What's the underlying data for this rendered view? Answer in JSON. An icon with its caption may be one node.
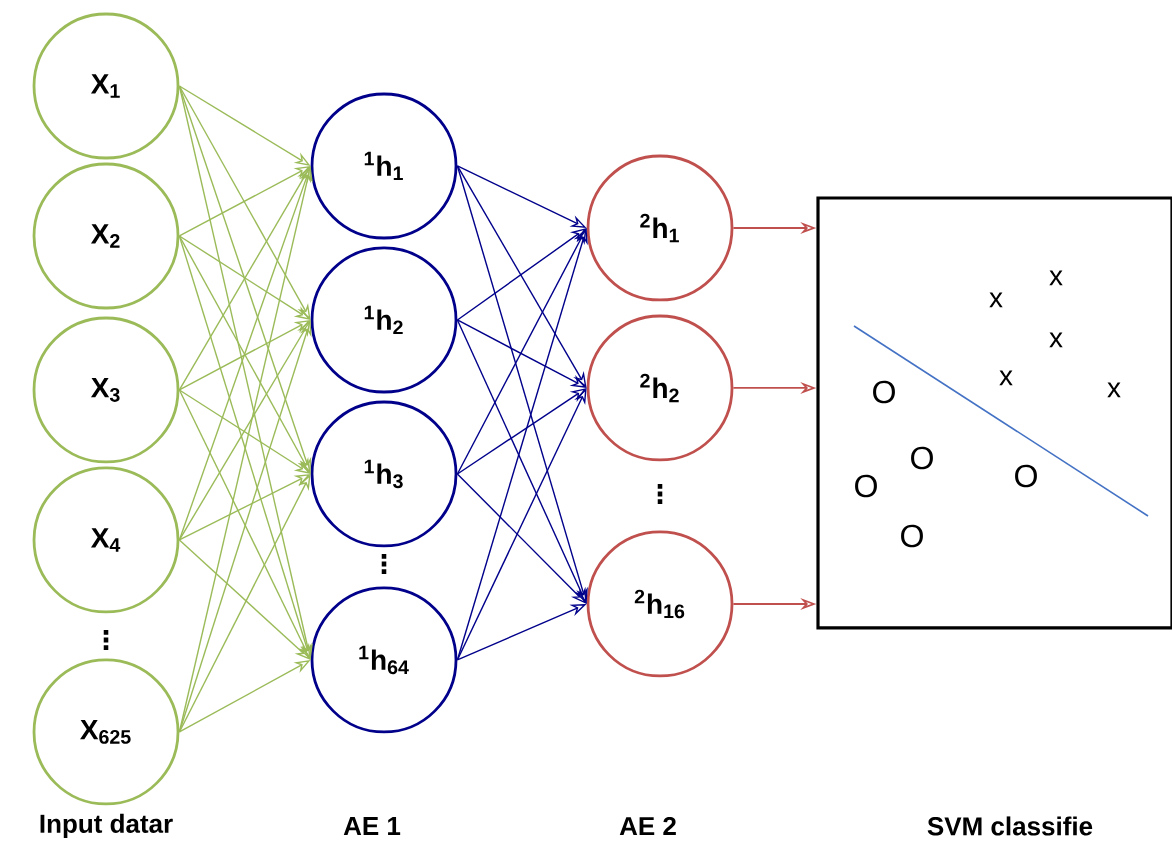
{
  "diagram": {
    "nodes": [
      {
        "text": [
          "X$_{1}$"
        ]
      },
      {
        "text": [
          "X$_{2}$"
        ]
      },
      {
        "text": [
          "X$_{3}$"
        ]
      },
      {
        "text": [
          "X$_{4}$"
        ]
      },
      {
        "text": [
          "X$_{625}$"
        ]
      },
      {
        "text": [
          "$^{1}$h$_{1}$"
        ]
      },
      {
        "text": [
          "$^{1}$h$_{2}$"
        ]
      },
      {
        "text": [
          "$^{1}$h$_{3}$"
        ]
      },
      {
        "text": [
          "$^{1}$h$_{64}$"
        ]
      },
      {
        "text": [
          "$^{2}$h$_{1}$"
        ]
      },
      {
        "text": [
          "$^{2}$h$_{2}$"
        ]
      },
      {
        "text": [
          "$^{2}$h$_{16}$"
        ]
      },
      {
        "text": [],
        "shape": "box"
      }
    ],
    "edges": [
      {
        "from": 0,
        "to": 5,
        "arrow": "to"
      },
      {
        "from": 0,
        "to": 6,
        "arrow": "to"
      },
      {
        "from": 0,
        "to": 7,
        "arrow": "to"
      },
      {
        "from": 0,
        "to": 8,
        "arrow": "to"
      },
      {
        "from": 1,
        "to": 5,
        "arrow": "to"
      },
      {
        "from": 1,
        "to": 6,
        "arrow": "to"
      },
      {
        "from": 1,
        "to": 7,
        "arrow": "to"
      },
      {
        "from": 1,
        "to": 8,
        "arrow": "to"
      },
      {
        "from": 2,
        "to": 5,
        "arrow": "to"
      },
      {
        "from": 2,
        "to": 6,
        "arrow": "to"
      },
      {
        "from": 2,
        "to": 7,
        "arrow": "to"
      },
      {
        "from": 2,
        "to": 8,
        "arrow": "to"
      },
      {
        "from": 3,
        "to": 5,
        "arrow": "to"
      },
      {
        "from": 3,
        "to": 6,
        "arrow": "to"
      },
      {
        "from": 3,
        "to": 7,
        "arrow": "to"
      },
      {
        "from": 3,
        "to": 8,
        "arrow": "to"
      },
      {
        "from": 4,
        "to": 5,
        "arrow": "to"
      },
      {
        "from": 4,
        "to": 6,
        "arrow": "to"
      },
      {
        "from": 4,
        "to": 7,
        "arrow": "to"
      },
      {
        "from": 4,
        "to": 8,
        "arrow": "to"
      },
      {
        "from": 5,
        "to": 9,
        "arrow": "to",
        "color": "#00008b"
      },
      {
        "from": 5,
        "to": 10,
        "arrow": "to",
        "color": "#00008b"
      },
      {
        "from": 5,
        "to": 11,
        "arrow": "to",
        "color": "#00008b"
      },
      {
        "from": 6,
        "to": 9,
        "arrow": "to",
        "color": "#00008b"
      },
      {
        "from": 6,
        "to": 10,
        "arrow": "to",
        "color": "#00008b"
      },
      {
        "from": 6,
        "to": 11,
        "arrow": "to",
        "color": "#00008b"
      },
      {
        "from": 7,
        "to": 9,
        "arrow": "to",
        "color": "#00008b"
      },
      {
        "from": 7,
        "to": 10,
        "arrow": "to",
        "color": "#00008b"
      },
      {
        "from": 7,
        "to": 11,
        "arrow": "to",
        "color": "#00008b"
      },
      {
        "from": 8,
        "to": 9,
        "arrow": "to",
        "color": "#00008b"
      },
      {
        "from": 8,
        "to": 10,
        "arrow": "to",
        "color": "#00008b"
      },
      {
        "from": 8,
        "to": 11,
        "arrow": "to",
        "color": "#00008b"
      },
      {
        "from": 9,
        "to": 12,
        "arrow": "to",
        "color": "#c0504d"
      },
      {
        "from": 10,
        "to": 12,
        "arrow": "to",
        "color": "#c0504d"
      },
      {
        "from": 11,
        "to": 12,
        "arrow": "to",
        "color": "#c0504d"
      }
    ],
    "labels": [
      "x",
      "x",
      "x",
      "x",
      "x",
      "O",
      "O",
      "O",
      "O",
      "O",
      "⋮",
      "⋮",
      "⋮",
      "Input datar",
      "AE 1",
      "AE 2",
      "SVM classifie"
    ]
  }
}
